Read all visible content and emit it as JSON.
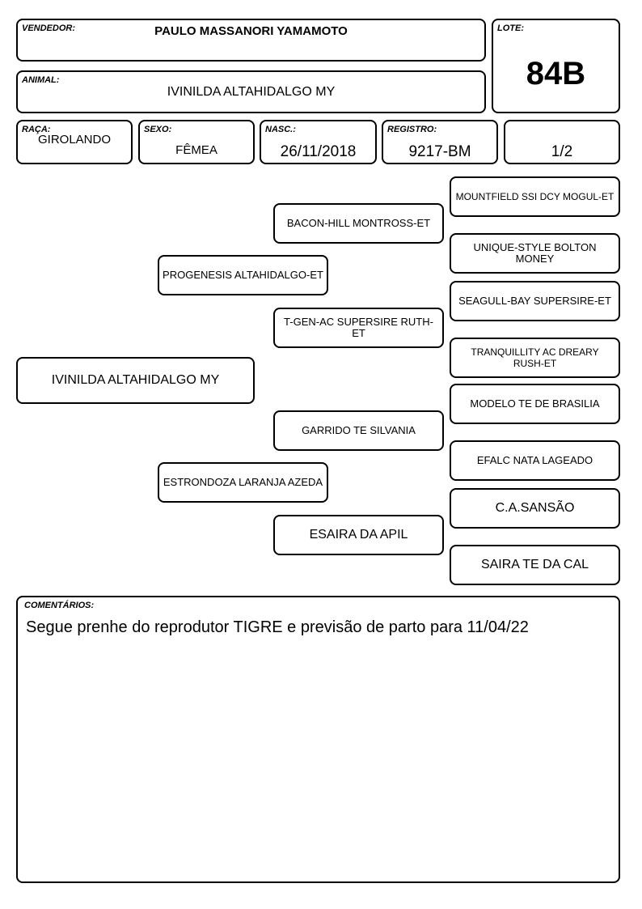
{
  "header": {
    "vendedor_label": "VENDEDOR:",
    "vendedor": "PAULO MASSANORI YAMAMOTO",
    "lote_label": "LOTE:",
    "lote": "84B",
    "animal_label": "ANIMAL:",
    "animal": "IVINILDA ALTAHIDALGO MY",
    "raca_label": "RAÇA:",
    "raca": "GIROLANDO",
    "sexo_label": "SEXO:",
    "sexo": "FÊMEA",
    "nasc_label": "NASC.:",
    "nasc": "26/11/2018",
    "registro_label": "REGISTRO:",
    "registro": "9217-BM",
    "grau": "1/2"
  },
  "pedigree": {
    "animal": "IVINILDA ALTAHIDALGO MY",
    "sire": "PROGENESIS ALTAHIDALGO-ET",
    "dam": "ESTRONDOZA LARANJA AZEDA",
    "sire_sire": "BACON-HILL MONTROSS-ET",
    "sire_dam": "T-GEN-AC SUPERSIRE RUTH-ET",
    "dam_sire": "GARRIDO TE SILVANIA",
    "dam_dam": "ESAIRA DA APIL",
    "ggp": [
      "MOUNTFIELD SSI DCY MOGUL-ET",
      "UNIQUE-STYLE BOLTON MONEY",
      "SEAGULL-BAY SUPERSIRE-ET",
      "TRANQUILLITY AC DREARY RUSH-ET",
      "MODELO TE DE BRASILIA",
      "EFALC NATA LAGEADO",
      "C.A.SANSÃO",
      "SAIRA TE DA CAL"
    ]
  },
  "comments": {
    "label": "COMENTÁRIOS:",
    "text": "Segue prenhe do reprodutor TIGRE e previsão de parto para 11/04/22"
  }
}
